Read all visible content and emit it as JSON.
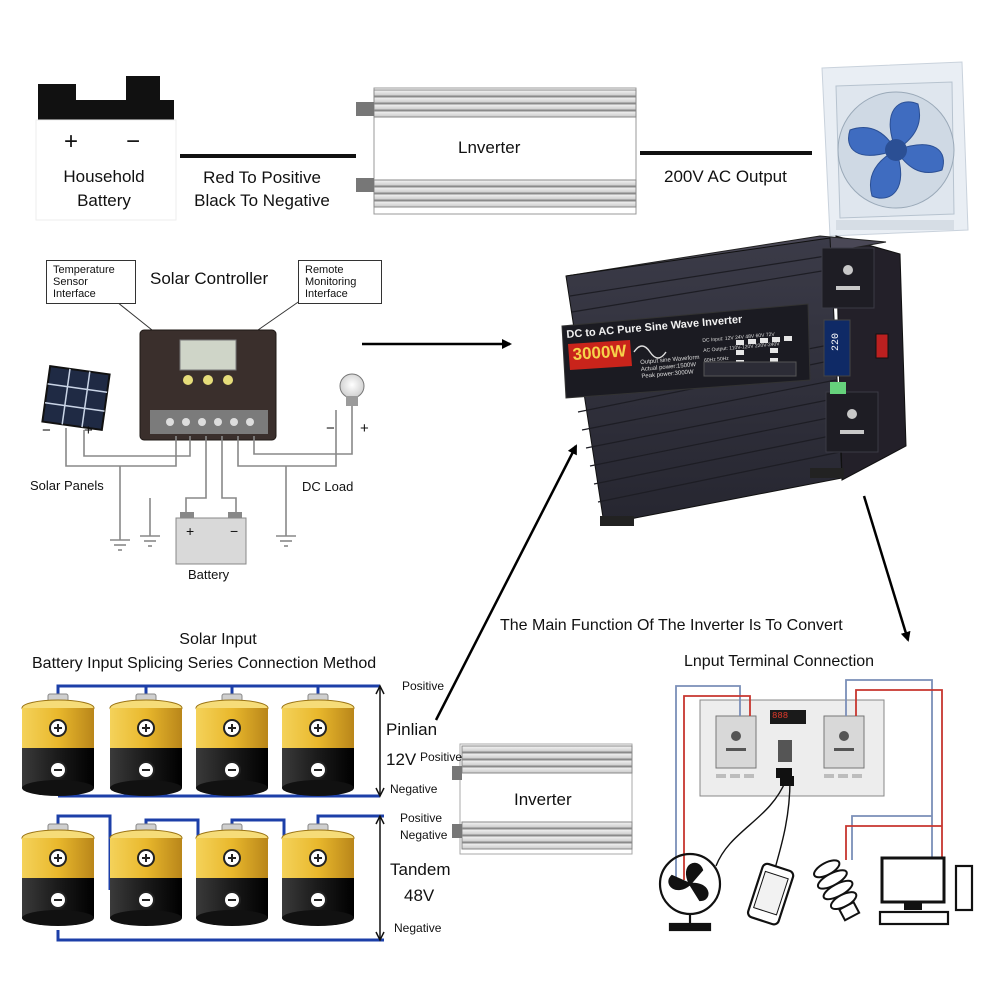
{
  "top_row": {
    "battery_label_line1": "Household",
    "battery_label_line2": "Battery",
    "battery_plus": "+",
    "battery_minus": "−",
    "wiring_line1": "Red To Positive",
    "wiring_line2": "Black To Negative",
    "inverter_label": "Lnverter",
    "ac_output_label": "200V AC Output"
  },
  "solar_controller": {
    "title": "Solar Controller",
    "temperature_interface": [
      "Temperature",
      "Sensor",
      "Interface"
    ],
    "remote_interface": [
      "Remote",
      "Monitoring",
      "Interface"
    ],
    "solar_panels_label": "Solar Panels",
    "dc_load_label": "DC Load",
    "battery_label": "Battery",
    "panel_minus": "−",
    "panel_plus": "+",
    "load_minus": "−",
    "load_plus": "+"
  },
  "product": {
    "banner_title": "DC to AC Pure Sine Wave Inverter",
    "power_badge": "3000W",
    "spec_lines": [
      "Output sine Waveform",
      "Actual power:1500W",
      "Peak power:3000W"
    ],
    "dc_input_label": "DC Input:",
    "dc_input_options": [
      "12V",
      "24V",
      "48V",
      "60V",
      "72V"
    ],
    "ac_output_label": "AC Output:",
    "ac_output_options": [
      "110V-120V",
      "220V-240V"
    ],
    "frequency_options": [
      "60Hz",
      "50Hz"
    ],
    "display_value": "220"
  },
  "main_function_caption": "The Main Function Of The Inverter Is To Convert",
  "solar_input": {
    "title": "Solar Input",
    "subtitle": "Battery Input Splicing Series Connection Method",
    "parallel_label": "Pinlian",
    "parallel_voltage": "12V",
    "series_label": "Tandem",
    "series_voltage": "48V",
    "positive": "Positive",
    "negative": "Negative",
    "inverter_label": "Inverter"
  },
  "input_terminal": {
    "title": "Lnput Terminal Connection",
    "display_value": "888"
  },
  "colors": {
    "battery_gold": "#e9b82c",
    "battery_black": "#1a1a1a",
    "wire_blue": "#1c3fa8",
    "wire_red": "#c7362f",
    "inverter_dark": "#2f2f3a",
    "banner_red": "#c9241b",
    "fan_blue": "#3f6cc0"
  }
}
